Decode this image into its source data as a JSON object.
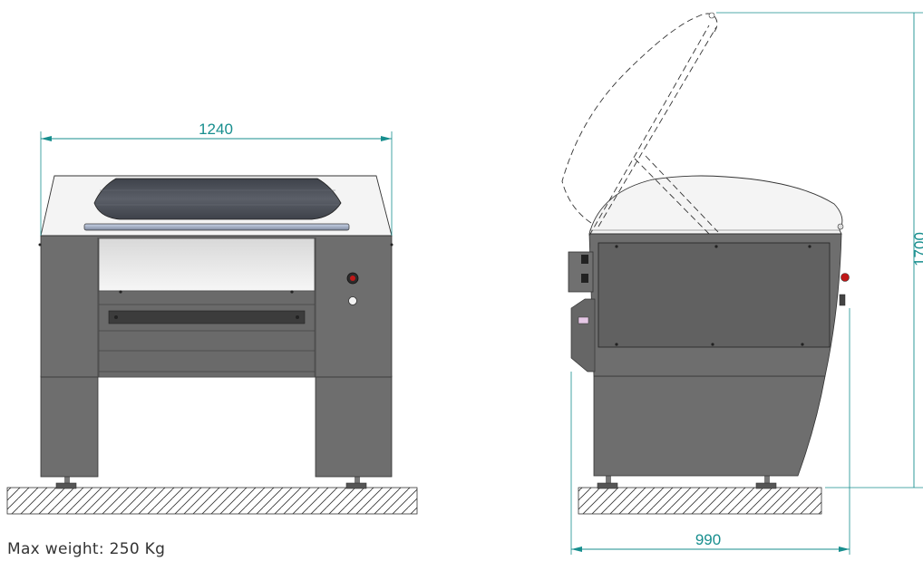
{
  "drawing": {
    "front_view": {
      "width_label": "1240"
    },
    "side_view": {
      "depth_label": "990",
      "height_label": "1700"
    }
  },
  "caption": "Max weight: 250 Kg",
  "colors": {
    "dimension": "#178e8e",
    "body": "#6b6b6b",
    "body_dark": "#545454",
    "lid": "#f4f4f4",
    "window": "#4c5058",
    "estop": "#c01818"
  }
}
